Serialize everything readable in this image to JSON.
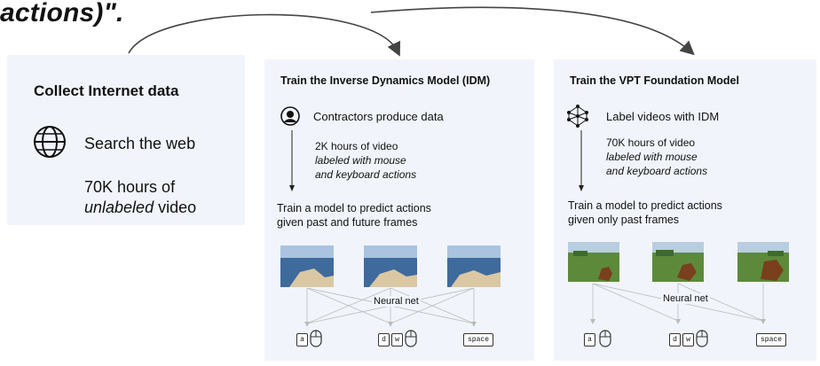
{
  "header_text": "actions)\".",
  "collect": {
    "title": "Collect Internet data",
    "search": "Search the web",
    "hours_line1": "70K hours of",
    "hours_em": "unlabeled",
    "hours_tail": " video"
  },
  "idm": {
    "title": "Train the Inverse Dynamics Model (IDM)",
    "step1": "Contractors produce data",
    "sub_line1": "2K hours of video",
    "sub_line2": "labeled with mouse",
    "sub_line3": "and keyboard actions",
    "train_line1": "Train a model to predict actions",
    "train_line2": "given past and future frames",
    "net_label": "Neural net",
    "keys": [
      "a",
      "d",
      "w",
      "space"
    ]
  },
  "vpt": {
    "title": "Train the VPT Foundation Model",
    "step1": "Label videos with IDM",
    "sub_line1": "70K hours of video",
    "sub_line2": "labeled with mouse",
    "sub_line3": "and keyboard actions",
    "train_line1": "Train a model to predict actions",
    "train_line2": "given only past frames",
    "net_label": "Neural net",
    "keys": [
      "a",
      "d",
      "w",
      "space"
    ]
  },
  "icons": {
    "globe": "globe-icon",
    "person": "person-icon",
    "network": "network-icon",
    "mouse": "mouse-icon"
  },
  "colors": {
    "panel_bg": "#f1f5fb",
    "curve": "#444444",
    "water": "#3f6a9c",
    "sky": "#a9c3e0",
    "grass": "#5c8a3a"
  }
}
